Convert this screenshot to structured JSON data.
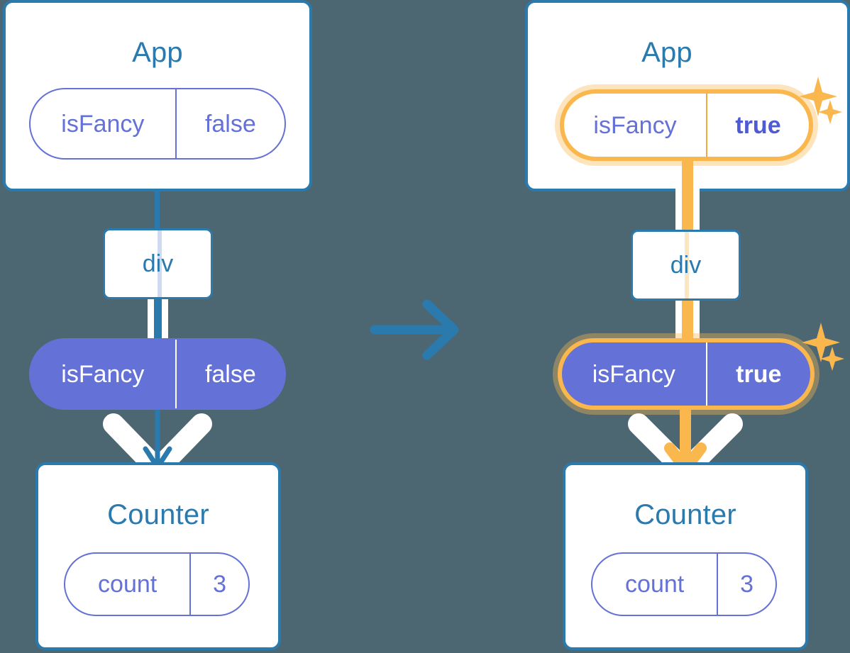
{
  "diagram": {
    "title_left": "App",
    "title_right": "App",
    "background_color": "#4c6772",
    "accent_blue": "#2b7aae",
    "accent_purple": "#6471d6",
    "accent_orange": "#f9b74e",
    "accent_orange_glow": "#fbd9a0"
  },
  "left": {
    "app_card": {
      "title": "App",
      "state_pill": {
        "key": "isFancy",
        "value": "false"
      }
    },
    "div_node": {
      "label": "div"
    },
    "prop_pill": {
      "key": "isFancy",
      "value": "false"
    },
    "counter_card": {
      "title": "Counter",
      "state_pill": {
        "key": "count",
        "value": "3"
      }
    }
  },
  "right": {
    "app_card": {
      "title": "App",
      "state_pill": {
        "key": "isFancy",
        "value": "true"
      }
    },
    "div_node": {
      "label": "div"
    },
    "prop_pill": {
      "key": "isFancy",
      "value": "true"
    },
    "counter_card": {
      "title": "Counter",
      "state_pill": {
        "key": "count",
        "value": "3"
      }
    },
    "sparkles": [
      "sparkle-large",
      "sparkle-small"
    ]
  },
  "transition": {
    "icon": "arrow-right-icon"
  }
}
